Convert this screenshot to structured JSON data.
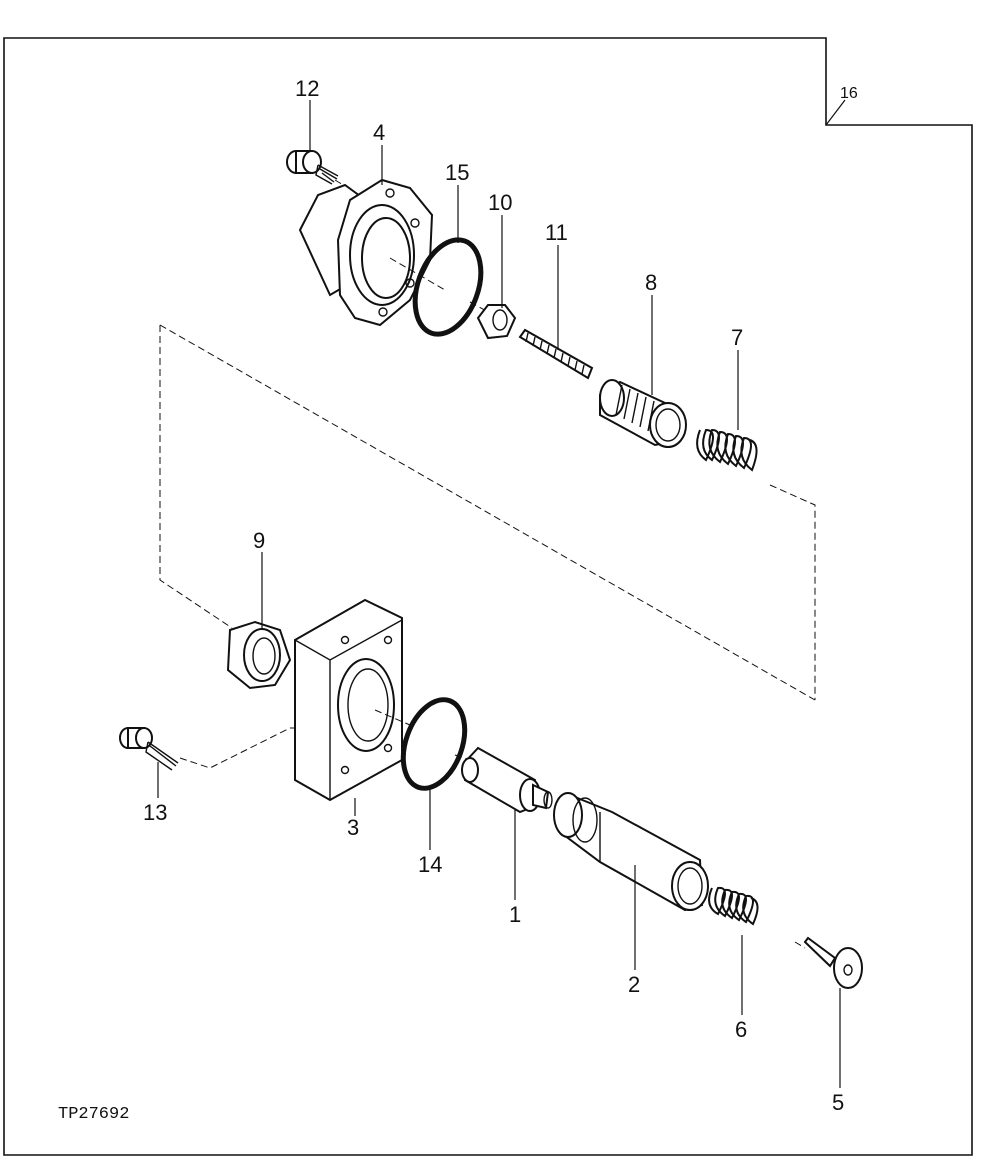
{
  "figure_id": "TP27692",
  "callouts": {
    "c1": "1",
    "c2": "2",
    "c3": "3",
    "c4": "4",
    "c5": "5",
    "c6": "6",
    "c7": "7",
    "c8": "8",
    "c9": "9",
    "c10": "10",
    "c11": "11",
    "c12": "12",
    "c13": "13",
    "c14": "14",
    "c15": "15",
    "c16": "16"
  }
}
